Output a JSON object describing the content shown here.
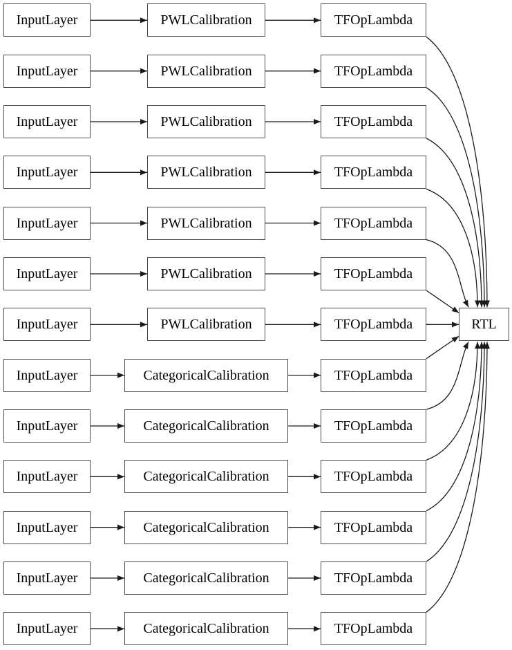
{
  "colors": {
    "background": "#ffffff",
    "box_fill": "#ffffff",
    "box_border": "#4a4a4a",
    "edge": "#1a1a1a",
    "text": "#000000"
  },
  "rtl": {
    "label": "RTL"
  },
  "rows": [
    {
      "input": "InputLayer",
      "calibration": "PWLCalibration",
      "lambda": "TFOpLambda"
    },
    {
      "input": "InputLayer",
      "calibration": "PWLCalibration",
      "lambda": "TFOpLambda"
    },
    {
      "input": "InputLayer",
      "calibration": "PWLCalibration",
      "lambda": "TFOpLambda"
    },
    {
      "input": "InputLayer",
      "calibration": "PWLCalibration",
      "lambda": "TFOpLambda"
    },
    {
      "input": "InputLayer",
      "calibration": "PWLCalibration",
      "lambda": "TFOpLambda"
    },
    {
      "input": "InputLayer",
      "calibration": "PWLCalibration",
      "lambda": "TFOpLambda"
    },
    {
      "input": "InputLayer",
      "calibration": "PWLCalibration",
      "lambda": "TFOpLambda"
    },
    {
      "input": "InputLayer",
      "calibration": "CategoricalCalibration",
      "lambda": "TFOpLambda"
    },
    {
      "input": "InputLayer",
      "calibration": "CategoricalCalibration",
      "lambda": "TFOpLambda"
    },
    {
      "input": "InputLayer",
      "calibration": "CategoricalCalibration",
      "lambda": "TFOpLambda"
    },
    {
      "input": "InputLayer",
      "calibration": "CategoricalCalibration",
      "lambda": "TFOpLambda"
    },
    {
      "input": "InputLayer",
      "calibration": "CategoricalCalibration",
      "lambda": "TFOpLambda"
    },
    {
      "input": "InputLayer",
      "calibration": "CategoricalCalibration",
      "lambda": "TFOpLambda"
    }
  ],
  "edges": [
    {
      "from": "input-0",
      "to": "calib-0"
    },
    {
      "from": "calib-0",
      "to": "lambda-0"
    },
    {
      "from": "lambda-0",
      "to": "rtl"
    },
    {
      "from": "input-1",
      "to": "calib-1"
    },
    {
      "from": "calib-1",
      "to": "lambda-1"
    },
    {
      "from": "lambda-1",
      "to": "rtl"
    },
    {
      "from": "input-2",
      "to": "calib-2"
    },
    {
      "from": "calib-2",
      "to": "lambda-2"
    },
    {
      "from": "lambda-2",
      "to": "rtl"
    },
    {
      "from": "input-3",
      "to": "calib-3"
    },
    {
      "from": "calib-3",
      "to": "lambda-3"
    },
    {
      "from": "lambda-3",
      "to": "rtl"
    },
    {
      "from": "input-4",
      "to": "calib-4"
    },
    {
      "from": "calib-4",
      "to": "lambda-4"
    },
    {
      "from": "lambda-4",
      "to": "rtl"
    },
    {
      "from": "input-5",
      "to": "calib-5"
    },
    {
      "from": "calib-5",
      "to": "lambda-5"
    },
    {
      "from": "lambda-5",
      "to": "rtl"
    },
    {
      "from": "input-6",
      "to": "calib-6"
    },
    {
      "from": "calib-6",
      "to": "lambda-6"
    },
    {
      "from": "lambda-6",
      "to": "rtl"
    },
    {
      "from": "input-7",
      "to": "calib-7"
    },
    {
      "from": "calib-7",
      "to": "lambda-7"
    },
    {
      "from": "lambda-7",
      "to": "rtl"
    },
    {
      "from": "input-8",
      "to": "calib-8"
    },
    {
      "from": "calib-8",
      "to": "lambda-8"
    },
    {
      "from": "lambda-8",
      "to": "rtl"
    },
    {
      "from": "input-9",
      "to": "calib-9"
    },
    {
      "from": "calib-9",
      "to": "lambda-9"
    },
    {
      "from": "lambda-9",
      "to": "rtl"
    },
    {
      "from": "input-10",
      "to": "calib-10"
    },
    {
      "from": "calib-10",
      "to": "lambda-10"
    },
    {
      "from": "lambda-10",
      "to": "rtl"
    },
    {
      "from": "input-11",
      "to": "calib-11"
    },
    {
      "from": "calib-11",
      "to": "lambda-11"
    },
    {
      "from": "lambda-11",
      "to": "rtl"
    },
    {
      "from": "input-12",
      "to": "calib-12"
    },
    {
      "from": "calib-12",
      "to": "lambda-12"
    },
    {
      "from": "lambda-12",
      "to": "rtl"
    }
  ]
}
